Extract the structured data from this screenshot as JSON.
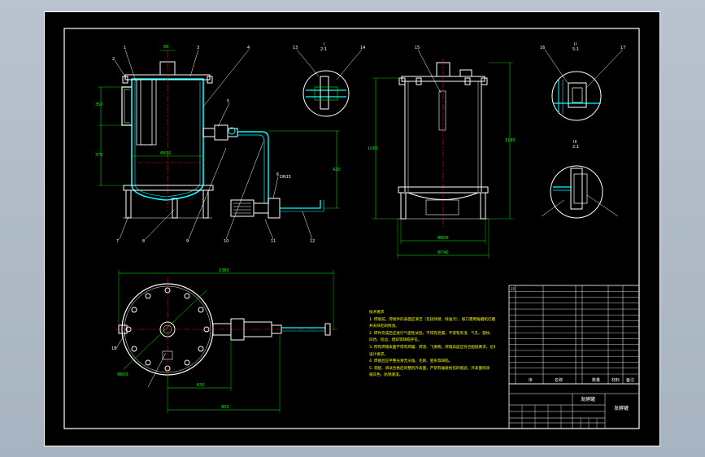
{
  "drawing": {
    "balloons": {
      "b1": "1",
      "b2": "2",
      "b3": "3",
      "b4": "4",
      "b5": "5",
      "b6": "6",
      "b7": "7",
      "b8": "8",
      "b9": "9",
      "b10": "10",
      "b11": "11",
      "b12": "12",
      "b13": "13",
      "b14": "14",
      "b15": "15",
      "b16": "16",
      "b17": "17",
      "b18": "18"
    },
    "view_labels": {
      "detail_i": "I",
      "detail_i_scale": "2:1",
      "detail_ii": "II",
      "detail_ii_scale": "5:1",
      "detail_iii": "III",
      "detail_iii_scale": "2:1"
    },
    "dimensions": {
      "d_top_nozzle": "80",
      "d_shell_upper": "350",
      "d_shell_lower": "375",
      "d_body_width": "Φ550",
      "d_pipe_height": "420",
      "d_motor": "DN15",
      "d_side_height": "1060",
      "d_right_height": "1180",
      "d_frame_inner": "Φ600",
      "d_frame_outer": "Φ740",
      "d_plan_total": "1380",
      "d_plan_circle": "Φ800",
      "d_plan_mid": "630",
      "d_plan_lower": "900"
    }
  },
  "notes": {
    "title": "技术要求",
    "lines": [
      "1. 焊接前，焊接件的表面应清洁（包括除锈、除油污），坡口需用角磨机打磨平整",
      "   并去除毛刺残渣。",
      "2. 焊件完成后应进行气密性试验，不得有泄漏，不得有夹渣、气孔、裂纹、",
      "   凹坑、咬边、烧穿等缺陷存在。",
      "3. 所有焊缝表面不得有焊瘤、焊渣、飞溅物，焊缝高度应符合图纸要求，达到",
      "   设计要求。",
      "4. 焊接后应平整光滑无尖角、毛刺、变形等缺陷。",
      "5. 装配、调试合格后的整机外表面，严禁有磕碰划伤的痕迹，外表面喷涂",
      "   银灰色、防锈底漆。"
    ]
  },
  "title_block": {
    "parts_header": [
      "序",
      "名称",
      "数量",
      "材料",
      "备注"
    ],
    "title_name": "发酵罐",
    "drawing_title": "发酵罐",
    "parts_rows": 15
  }
}
